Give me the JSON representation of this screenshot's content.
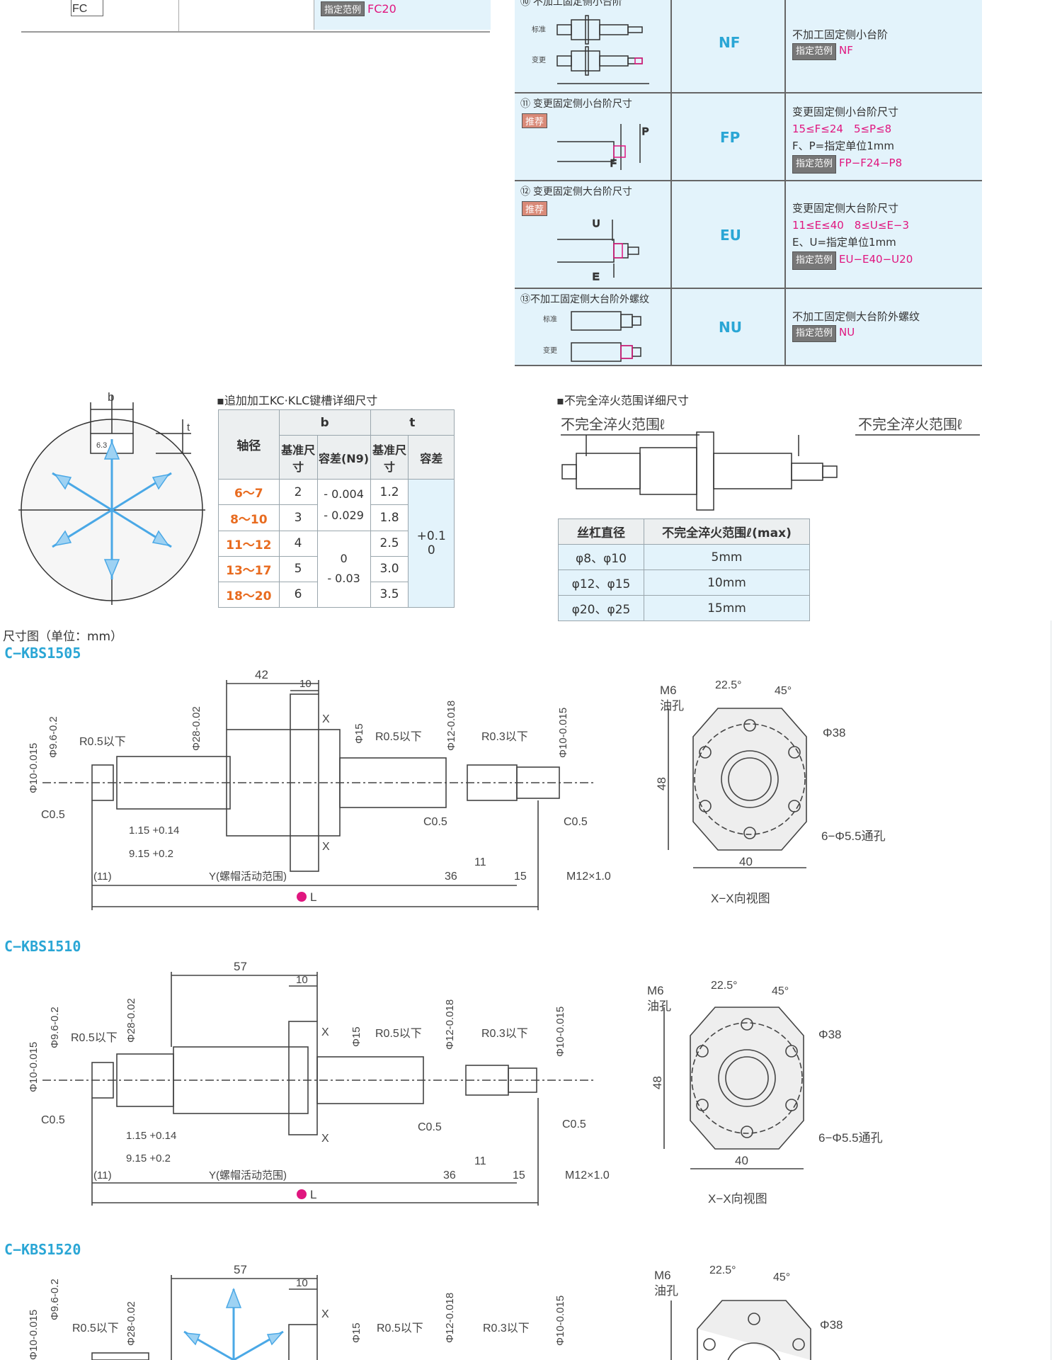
{
  "top_left": {
    "fc_label": "FC",
    "example_tag": "指定范例",
    "example_value": "FC20"
  },
  "options": [
    {
      "title": "⑩ 不加工固定侧小台阶",
      "badge": "",
      "variants": [
        "标准",
        "变更"
      ],
      "code": "NF",
      "desc": [
        "不加工固定侧小台阶"
      ],
      "range": "",
      "example_tag": "指定范例",
      "example": "NF"
    },
    {
      "title": "⑪ 变更固定侧小台阶尺寸",
      "badge": "推荐",
      "variants": [],
      "code": "FP",
      "desc": [
        "变更固定侧小台阶尺寸"
      ],
      "range": "15≤F≤24　5≤P≤8",
      "unit": "F、P=指定单位1mm",
      "example_tag": "指定范例",
      "example": "FP−F24−P8"
    },
    {
      "title": "⑫ 变更固定侧大台阶尺寸",
      "badge": "推荐",
      "variants": [],
      "code": "EU",
      "desc": [
        "变更固定侧大台阶尺寸"
      ],
      "range": "11≤E≤40　8≤U≤E−3",
      "unit": "E、U=指定单位1mm",
      "example_tag": "指定范例",
      "example": "EU−E40−U20"
    },
    {
      "title": "⑬不加工固定侧大台阶外螺纹",
      "badge": "",
      "variants": [
        "标准",
        "变更"
      ],
      "code": "NU",
      "desc": [
        "不加工固定侧大台阶外螺纹"
      ],
      "range": "",
      "example_tag": "指定范例",
      "example": "NU"
    }
  ],
  "keyway": {
    "title": "▪追加加工KC·KLC键槽详细尺寸",
    "header": {
      "shaft": "轴径",
      "b": "b",
      "t": "t",
      "base1": "基准尺寸",
      "tol_n9": "容差(N9)",
      "base2": "基准尺寸",
      "tol": "容差"
    },
    "rows": [
      {
        "shaft": "6～7",
        "b": "2",
        "t": "1.2"
      },
      {
        "shaft": "8～10",
        "b": "3",
        "t": "1.8"
      },
      {
        "shaft": "11～12",
        "b": "4",
        "t": "2.5"
      },
      {
        "shaft": "13～17",
        "b": "5",
        "t": "3.0"
      },
      {
        "shaft": "18～20",
        "b": "6",
        "t": "3.5"
      }
    ],
    "tol_a_1": "- 0.004",
    "tol_a_2": "- 0.029",
    "tol_b_1": "0",
    "tol_b_2": "- 0.03",
    "t_tol_1": "+0.1",
    "t_tol_2": "0",
    "diagram_b": "b",
    "diagram_t": "t",
    "diagram_ra": "6.3"
  },
  "quench": {
    "title": "▪不完全淬火范围详细尺寸",
    "label_left": "不完全淬火范围ℓ",
    "label_right": "不完全淬火范围ℓ",
    "header": [
      "丝杠直径",
      "不完全淬火范围ℓ(max)"
    ],
    "rows": [
      [
        "φ8、φ10",
        "5mm"
      ],
      [
        "φ12、φ15",
        "10mm"
      ],
      [
        "φ20、φ25",
        "15mm"
      ]
    ]
  },
  "dimension_caption": "尺寸图（单位：mm）",
  "models": [
    {
      "name": "C−KBS1505",
      "nut_len": "42"
    },
    {
      "name": "C−KBS1510",
      "nut_len": "57"
    },
    {
      "name": "C−KBS1520",
      "nut_len": "57"
    }
  ],
  "dims": {
    "flange_w": "10",
    "d10": "Φ10-0.015",
    "d96": "Φ9.6-0.2",
    "d28": "Φ28-0.02",
    "d15": "Φ15",
    "d12": "Φ12-0.018",
    "r05": "R0.5以下",
    "r03": "R0.3以下",
    "c05": "C0.5",
    "g1": "1.15 +0.14",
    "g2": "9.15 +0.2",
    "y": "Y(螺帽活动范围)",
    "p11": "(11)",
    "d36": "36",
    "d11": "11",
    "d15b": "15",
    "thread": "M12×1.0",
    "L": "L",
    "x": "X"
  },
  "flange_view": {
    "oil": "M6",
    "oil2": "油孔",
    "ang1": "22.5°",
    "ang2": "45°",
    "dia": "Φ38",
    "holes": "6−Φ5.5通孔",
    "h": "48",
    "w": "40",
    "caption": "X−X向视图"
  },
  "colors": {
    "accent": "#2aa6d5",
    "pink": "#e0167f",
    "orange": "#e86b1f",
    "cell": "#e3f3fb",
    "line": "#555555"
  }
}
